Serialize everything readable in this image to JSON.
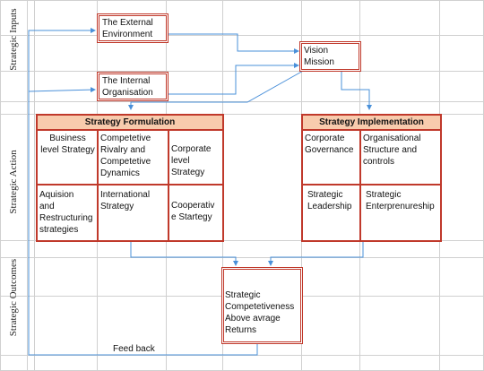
{
  "row_labels": {
    "inputs": "Strategic Inputs",
    "action": "Strategic Action",
    "outcomes": "Strategic Outcomes"
  },
  "boxes": {
    "external": "The External\nEnvironment",
    "internal": "The Internal\nOrganisation",
    "vision": "Vision\nMission",
    "outcome": "Strategic\nCompetetiveness\nAbove avrage\nReturns"
  },
  "formulation": {
    "header": "Strategy Formulation",
    "cells": [
      "Business\nlevel Strategy",
      "Competetive\nRivalry and\nCompetetive\nDynamics",
      "Corporate\nlevel\nStrategy",
      "Aquision\nand\nRestructuring\nstrategies",
      "International\nStrategy",
      "Cooperativ\ne Startegy"
    ]
  },
  "implementation": {
    "header": "Strategy Implementation",
    "cells": [
      "Corporate\nGovernance",
      "Organisational\nStructure and\ncontrols",
      "Strategic\nLeadership",
      "Strategic\nEnterprenureship"
    ]
  },
  "feedback_label": "Feed back",
  "colors": {
    "border": "#c0392b",
    "header_fill": "#f8cbad",
    "arrow": "#4a90d9",
    "grid": "#d0d0d0"
  }
}
